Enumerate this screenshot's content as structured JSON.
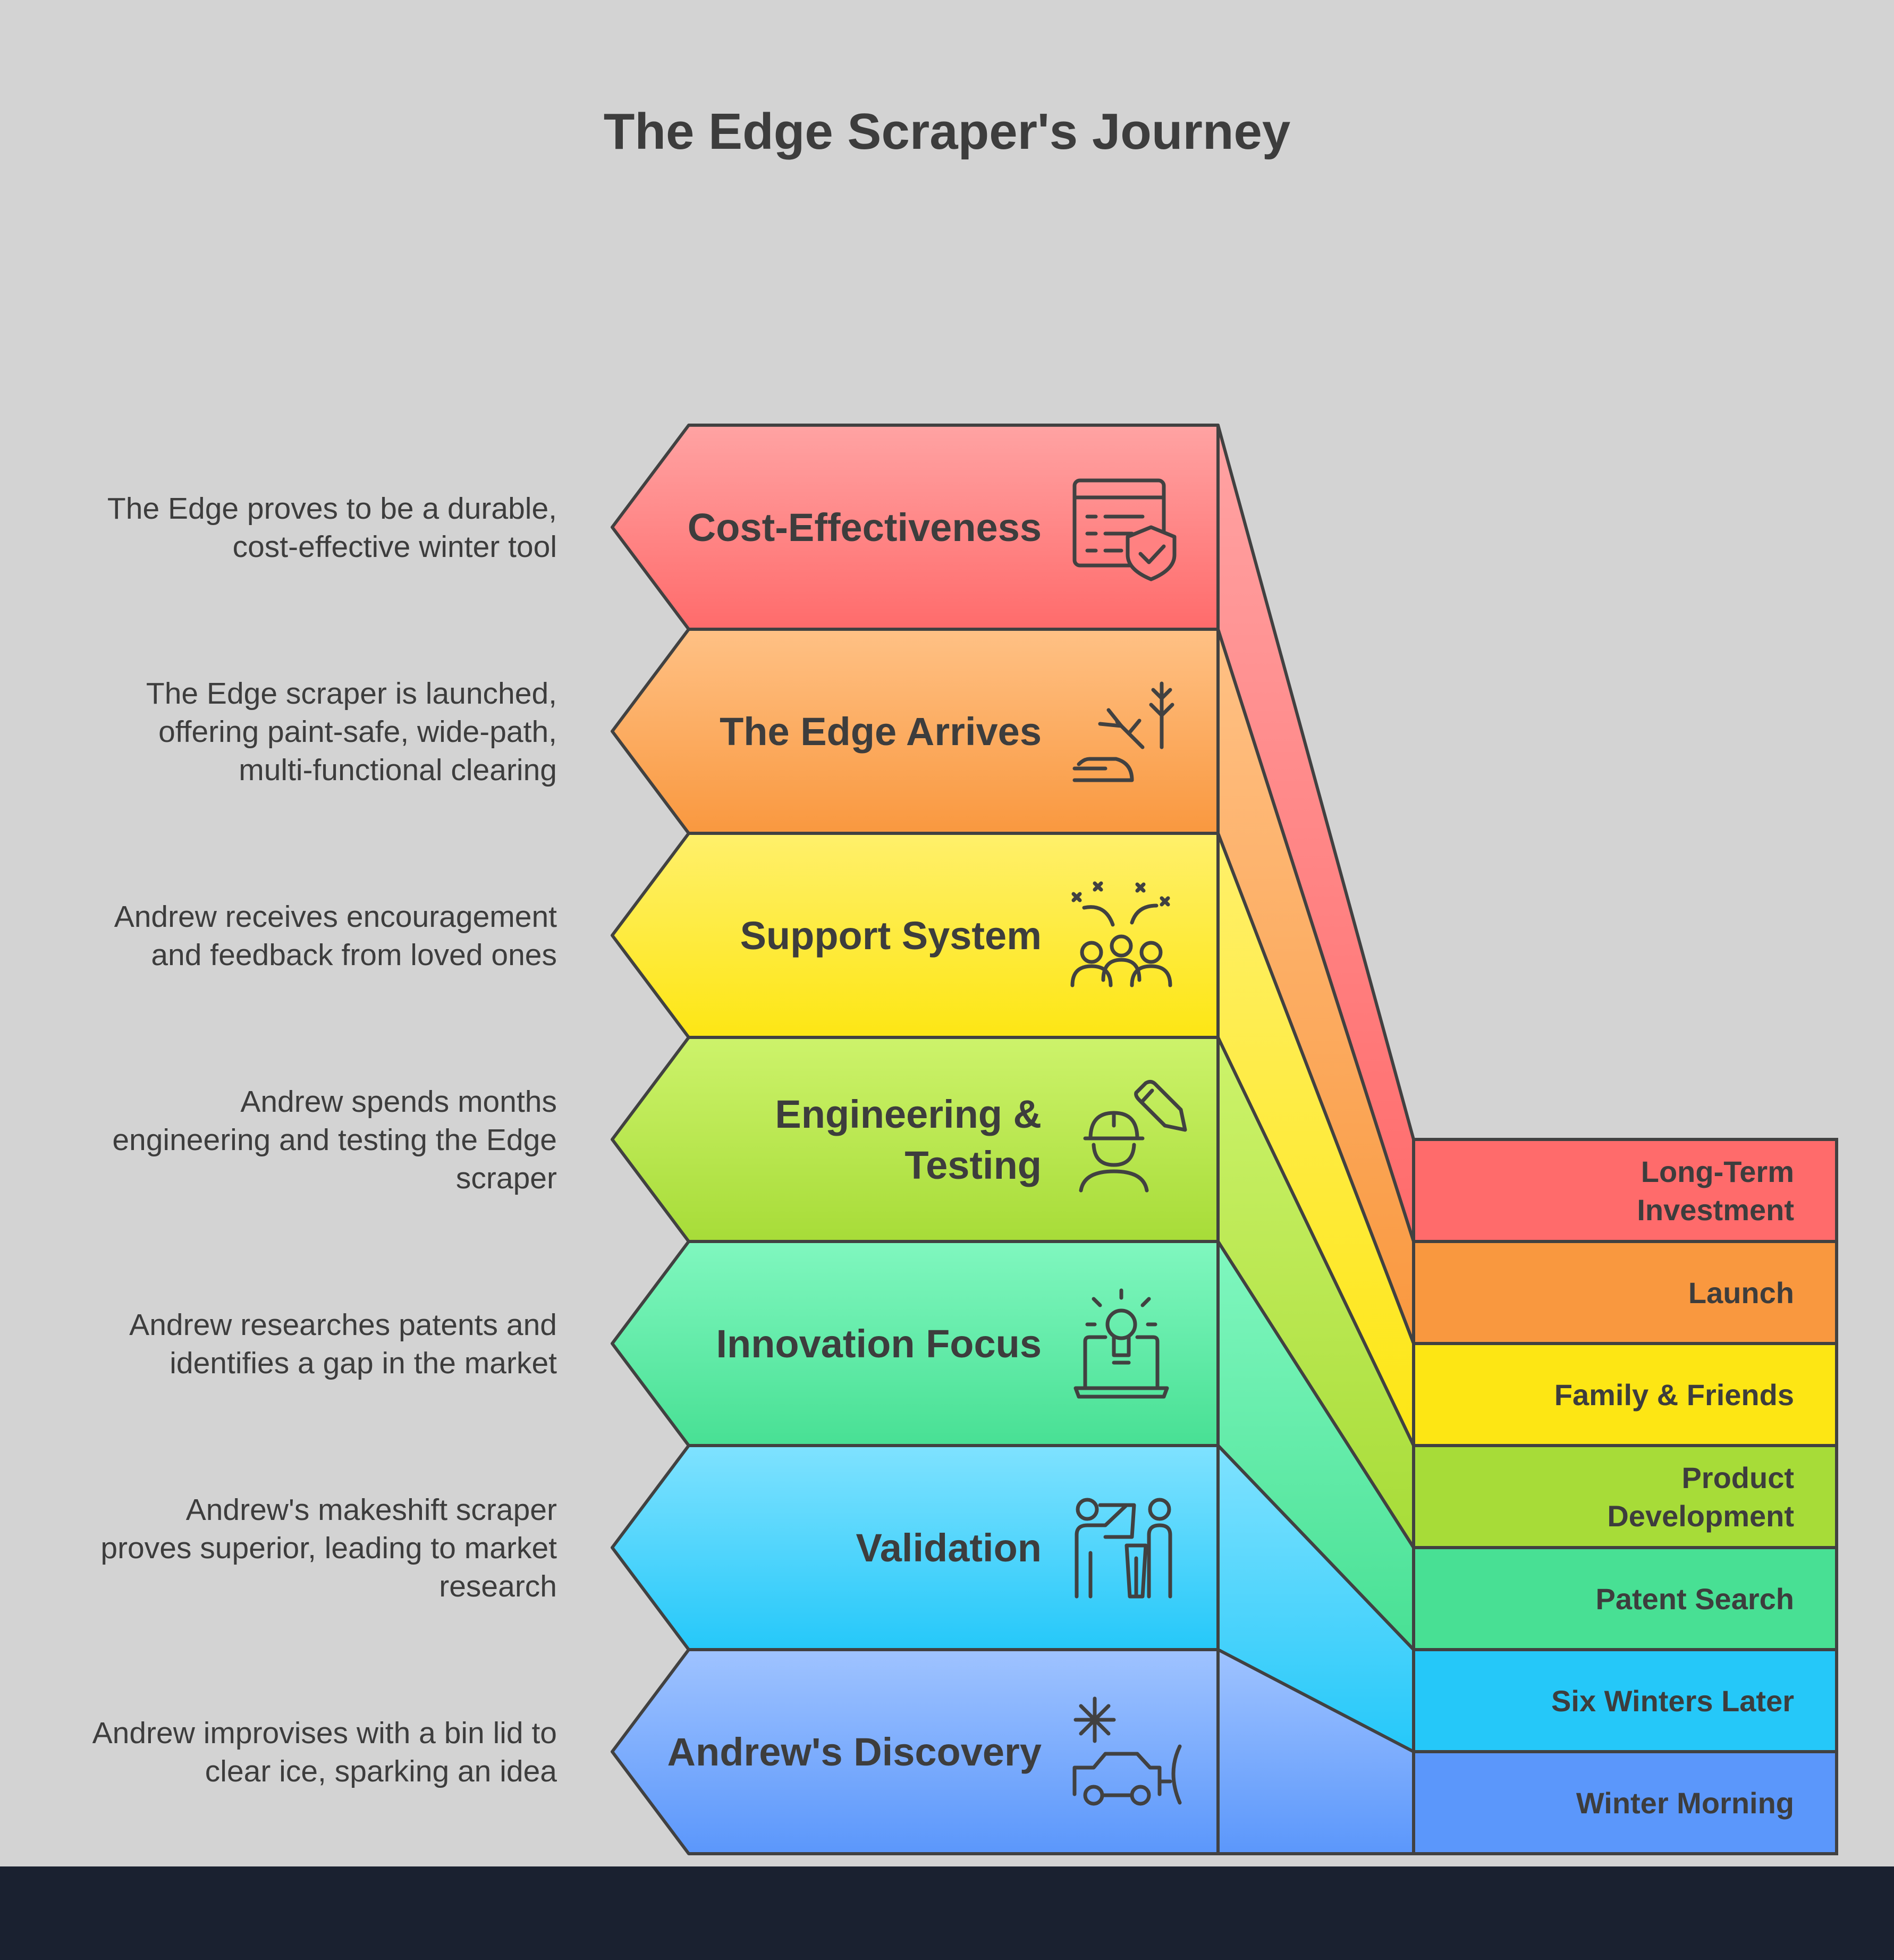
{
  "title": "The Edge Scraper's Journey",
  "colors": {
    "background": "#d3d3d3",
    "footer": "#1a2130",
    "text": "#3d3d3d",
    "stroke": "#414141"
  },
  "steps": [
    {
      "label": [
        "Cost-Effectiveness"
      ],
      "description": [
        "The Edge proves to be a durable,",
        "cost-effective winter tool"
      ],
      "tag": [
        "Long-Term",
        "Investment"
      ],
      "icon": "budget-shield-icon",
      "color_top": "#ffa3a3",
      "color_bottom": "#ff6b6b",
      "tag_color": "#ff6b6b"
    },
    {
      "label": [
        "The Edge Arrives"
      ],
      "description": [
        "The Edge scraper is launched,",
        "offering paint-safe, wide-path,",
        "multi-functional clearing"
      ],
      "tag": [
        "Launch"
      ],
      "icon": "snow-clearing-icon",
      "color_top": "#ffc185",
      "color_bottom": "#f9983f",
      "tag_color": "#f9983f"
    },
    {
      "label": [
        "Support System"
      ],
      "description": [
        "Andrew receives encouragement",
        "and feedback from loved ones"
      ],
      "tag": [
        "Family & Friends"
      ],
      "icon": "celebrating-group-icon",
      "color_top": "#fff06b",
      "color_bottom": "#fde614",
      "tag_color": "#fde614"
    },
    {
      "label": [
        "Engineering &",
        "Testing"
      ],
      "description": [
        "Andrew spends months",
        "engineering and testing the Edge",
        "scraper"
      ],
      "tag": [
        "Product",
        "Development"
      ],
      "icon": "engineer-pencil-icon",
      "color_top": "#cdf36b",
      "color_bottom": "#a7dc38",
      "tag_color": "#a7dc38"
    },
    {
      "label": [
        "Innovation Focus"
      ],
      "description": [
        "Andrew researches patents and",
        "identifies a gap in the market"
      ],
      "tag": [
        "Patent Search"
      ],
      "icon": "laptop-idea-icon",
      "color_top": "#80f7bf",
      "color_bottom": "#48e094",
      "tag_color": "#48e094"
    },
    {
      "label": [
        "Validation"
      ],
      "description": [
        "Andrew's makeshift scraper",
        "proves superior, leading to market",
        "research"
      ],
      "tag": [
        "Six Winters Later"
      ],
      "icon": "presentation-people-icon",
      "color_top": "#7fe2ff",
      "color_bottom": "#25c8f9",
      "tag_color": "#25c8f9"
    },
    {
      "label": [
        "Andrew's Discovery"
      ],
      "description": [
        "Andrew improvises with a bin lid to",
        "clear ice, sparking an idea"
      ],
      "tag": [
        "Winter Morning"
      ],
      "icon": "snow-car-icon",
      "color_top": "#9fc3ff",
      "color_bottom": "#5b97fb",
      "tag_color": "#5b97fb"
    }
  ]
}
